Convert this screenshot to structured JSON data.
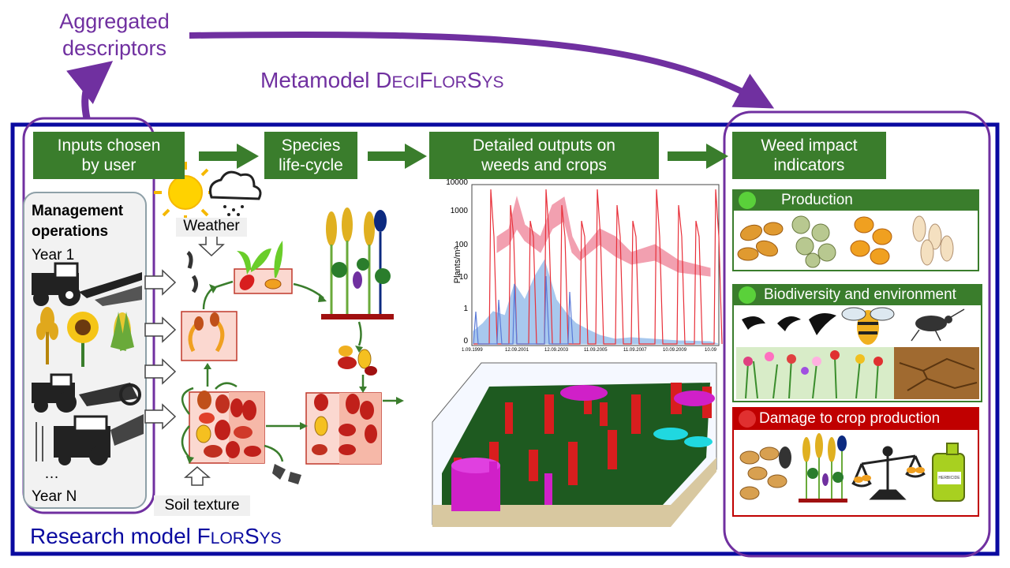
{
  "aggregated_label": "Aggregated\ndescriptors",
  "metamodel": {
    "prefix": "Metamodel D",
    "small1": "ECI",
    "f": "F",
    "small2": "LOR",
    "s": "S",
    "small3": "YS"
  },
  "research_model": {
    "prefix": "Research model F",
    "small1": "LOR",
    "s": "S",
    "small2": "YS"
  },
  "steps": {
    "inputs": "Inputs chosen\nby user",
    "lifecycle": "Species\nlife-cycle",
    "outputs": "Detailed outputs on\nweeds and crops",
    "indicators": "Weed impact\nindicators"
  },
  "management": {
    "title": "Management\noperations",
    "year1": "Year 1",
    "ellipsis": "…",
    "yearN": "Year N"
  },
  "weather_label": "Weather",
  "soil_label": "Soil texture",
  "indicators": {
    "production": "Production",
    "biodiversity": "Biodiversity and environment",
    "damage": "Damage to crop production"
  },
  "chart_data": {
    "type": "line",
    "ylabel": "Plants/m²",
    "y_scale": "log",
    "y_ticks": [
      "10000",
      "1000",
      "100",
      "10",
      "1",
      "0"
    ],
    "x_ticks": [
      "1.09.1999",
      "12.09.2001",
      "12.09.2003",
      "11.09.2005",
      "11.09.2007",
      "10.09.2009",
      "10.09"
    ],
    "colors": {
      "red": "#e8303a",
      "pink": "#f2a0b0",
      "blue": "#5a7ad8",
      "lightblue": "#a8c8ee"
    }
  },
  "colors": {
    "purple": "#7030a0",
    "blue": "#0a0aa0",
    "green": "#3a7d2c",
    "damage_red": "#c00000"
  },
  "icons": [
    "sun-icon",
    "cloud-rain-icon",
    "tractor-icon",
    "wheat-icon",
    "sunflower-icon",
    "corn-icon",
    "combine-harvester-icon",
    "bee-icon",
    "bird-icon",
    "beetle-icon",
    "scale-icon",
    "herbicide-can-icon"
  ],
  "herbicide_label": "HERBICIDE"
}
